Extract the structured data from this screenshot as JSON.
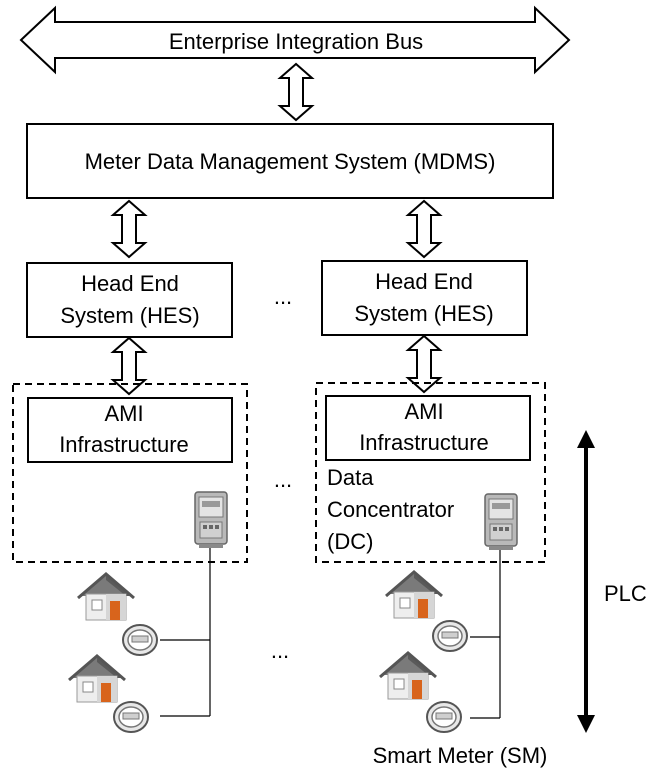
{
  "bus": {
    "label": "Enterprise Integration Bus"
  },
  "mdms": {
    "label": "Meter Data Management System (MDMS)"
  },
  "hes_left": {
    "line1": "Head End",
    "line2": "System (HES)"
  },
  "hes_right": {
    "line1": "Head End",
    "line2": "System (HES)"
  },
  "ami_left": {
    "line1": "AMI",
    "line2": "Infrastructure"
  },
  "ami_right": {
    "line1": "AMI",
    "line2": "Infrastructure"
  },
  "dc": {
    "line1": "Data",
    "line2": "Concentrator",
    "line3": "(DC)"
  },
  "ellipsis": {
    "hes": "...",
    "ami": "...",
    "homes": "..."
  },
  "plc": {
    "label": "PLC"
  },
  "smart_meter": {
    "label": "Smart Meter (SM)"
  }
}
